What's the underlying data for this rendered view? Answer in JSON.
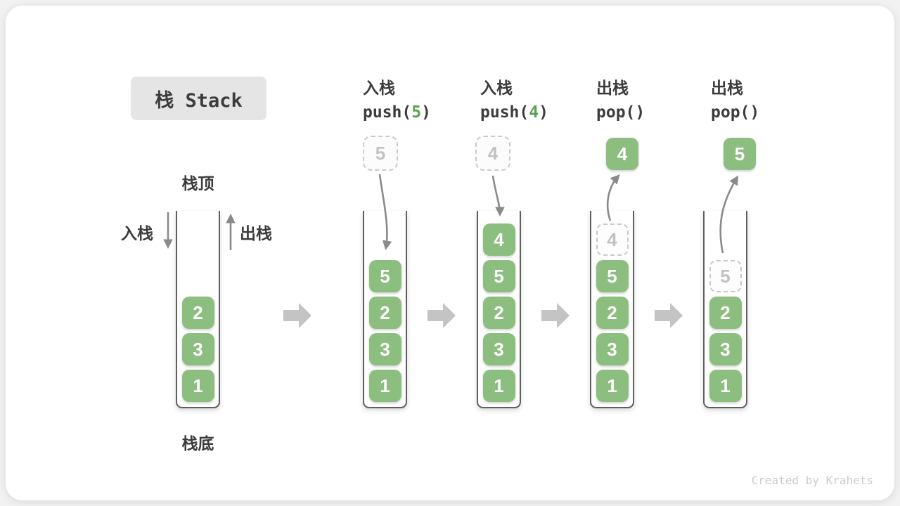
{
  "title": {
    "text": "栈 Stack"
  },
  "watermark": "Created by Krahets",
  "labels": {
    "stack_top": "栈顶",
    "stack_bottom": "栈底",
    "push_side": "入栈",
    "pop_side": "出栈"
  },
  "operations": [
    {
      "name": "入栈",
      "code_pre": "push(",
      "arg": "5",
      "code_post": ")"
    },
    {
      "name": "入栈",
      "code_pre": "push(",
      "arg": "4",
      "code_post": ")"
    },
    {
      "name": "出栈",
      "code_pre": "pop(",
      "arg": "",
      "code_post": ")"
    },
    {
      "name": "出栈",
      "code_pre": "pop(",
      "arg": "",
      "code_post": ")"
    }
  ],
  "stacks": [
    {
      "state": "initial",
      "cells": [
        "2",
        "3",
        "1"
      ]
    },
    {
      "state": "after-push-5",
      "floating": "5",
      "cells": [
        "5",
        "2",
        "3",
        "1"
      ]
    },
    {
      "state": "after-push-4",
      "floating": "4",
      "cells": [
        "4",
        "5",
        "2",
        "3",
        "1"
      ]
    },
    {
      "state": "after-pop-4",
      "floating": "4",
      "cells": [
        "4",
        "5",
        "2",
        "3",
        "1"
      ]
    },
    {
      "state": "after-pop-5",
      "floating": "5",
      "cells": [
        "5",
        "2",
        "3",
        "1"
      ]
    }
  ],
  "colors": {
    "text": "#3c3c3c",
    "title_bg": "#e5e5e5",
    "cell_green": "#8cbe80",
    "arg_green": "#5aa052",
    "arrow_gray": "#8a8a8a",
    "block_arrow_gray": "#c4c4c4",
    "ghost_border": "#c9c9c9",
    "ghost_text": "#c2c2c2",
    "wall": "#5f5f5f",
    "watermark": "#cbcbcb",
    "card_bg": "#ffffff",
    "page_bg": "#f2f2f2"
  }
}
